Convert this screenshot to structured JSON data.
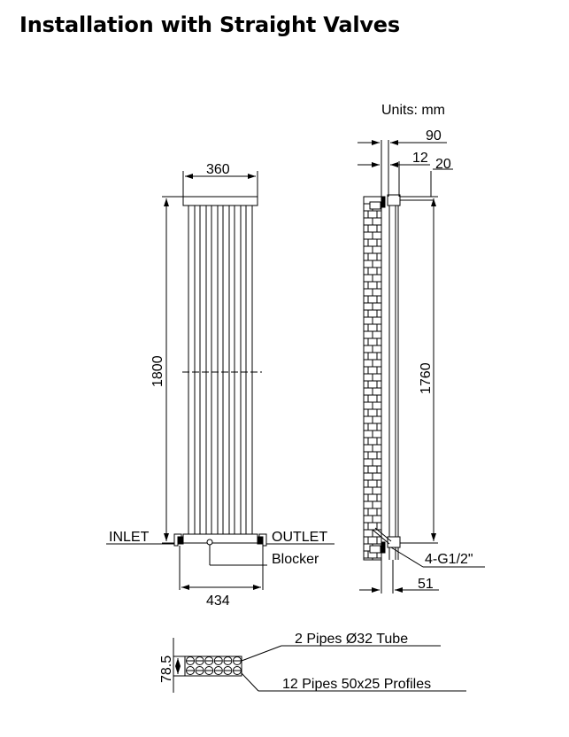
{
  "title": "Installation with Straight Valves",
  "units_label": "Units: mm",
  "front_view": {
    "width_label": "360",
    "height_label": "1800",
    "valve_span_label": "434",
    "inlet_label": "INLET",
    "outlet_label": "OUTLET",
    "blocker_label": "Blocker"
  },
  "side_view": {
    "depth_total_label": "90",
    "gap_label": "12",
    "offset_label": "20",
    "centres_label": "1760",
    "connections_label": "4-G1/2\"",
    "valve_offset_label": "51"
  },
  "section_view": {
    "depth_label": "78.5",
    "tube_label": "2 Pipes Ø32  Tube",
    "profiles_label": "12 Pipes 50x25  Profiles"
  }
}
